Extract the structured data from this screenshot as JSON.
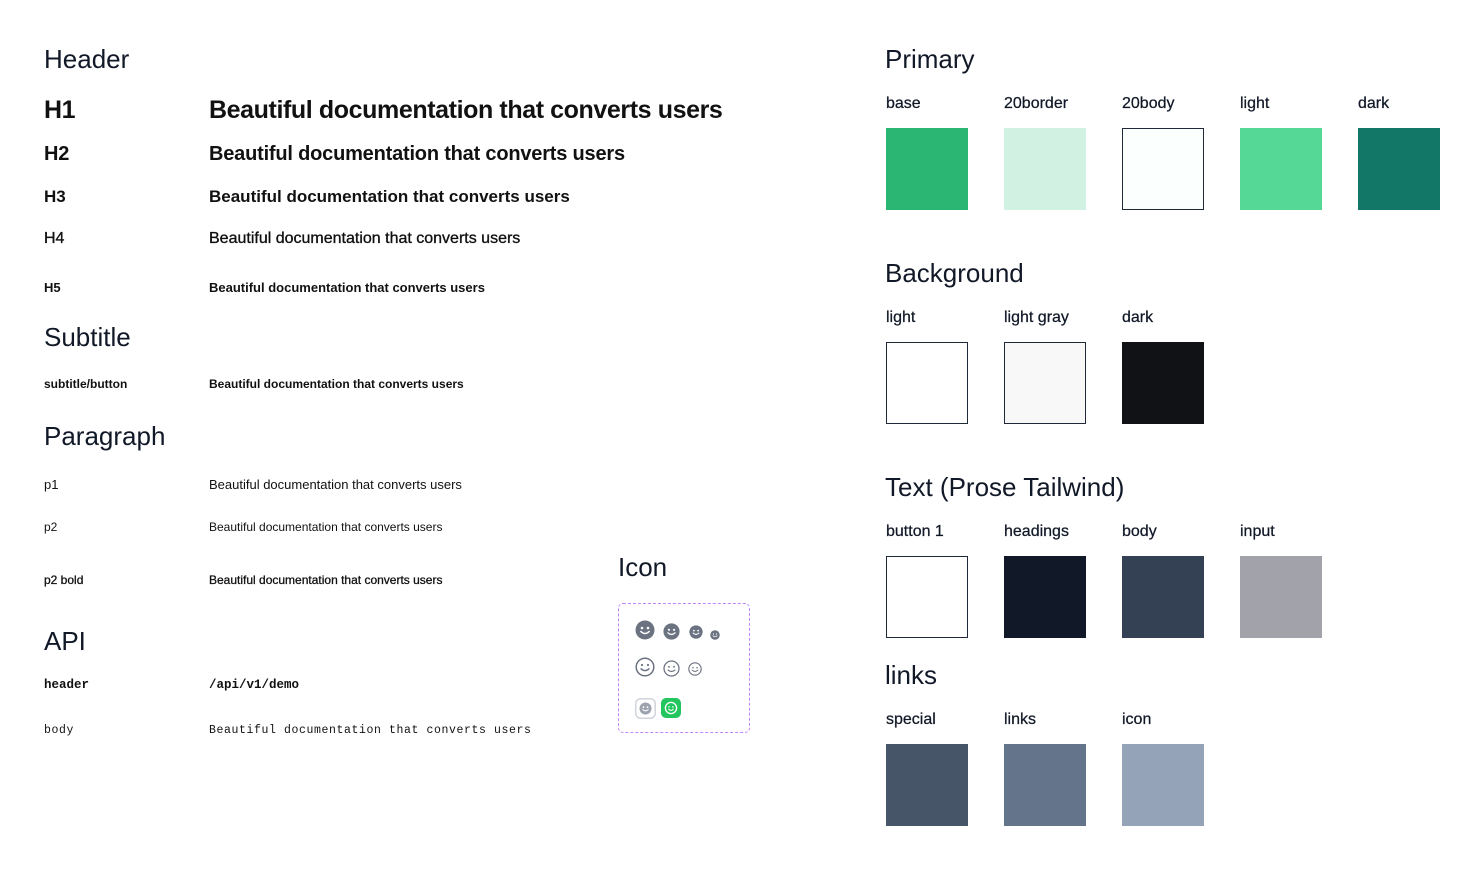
{
  "typography": {
    "header": {
      "title": "Header",
      "rows": [
        {
          "label": "H1",
          "text": "Beautiful documentation that converts users"
        },
        {
          "label": "H2",
          "text": "Beautiful documentation that converts users"
        },
        {
          "label": "H3",
          "text": "Beautiful documentation that converts users"
        },
        {
          "label": "H4",
          "text": "Beautiful documentation that converts users"
        },
        {
          "label": "H5",
          "text": "Beautiful documentation that converts users"
        }
      ]
    },
    "subtitle": {
      "title": "Subtitle",
      "rows": [
        {
          "label": "subtitle/button",
          "text": "Beautiful documentation that converts users"
        }
      ]
    },
    "paragraph": {
      "title": "Paragraph",
      "rows": [
        {
          "label": "p1",
          "text": "Beautiful documentation that converts users"
        },
        {
          "label": "p2",
          "text": "Beautiful documentation that converts users"
        },
        {
          "label": "p2 bold",
          "text": "Beautiful documentation that converts users"
        }
      ]
    },
    "api": {
      "title": "API",
      "rows": [
        {
          "label": "header",
          "text": "/api/v1/demo"
        },
        {
          "label": "body",
          "text": "Beautiful documentation that converts users"
        }
      ]
    }
  },
  "icon_section": {
    "title": "Icon",
    "icons": [
      "smile-filled-icon",
      "smile-outline-icon",
      "smile-badge-gray-icon",
      "smile-badge-green-icon"
    ],
    "colors": {
      "icon_gray": "#6b7280",
      "badge_green": "#22c55e",
      "dashed_border": "#c084fc"
    }
  },
  "colors": {
    "primary": {
      "title": "Primary",
      "swatches": [
        {
          "label": "base",
          "color": "#2bb673"
        },
        {
          "label": "20border",
          "color": "#d1f1e3"
        },
        {
          "label": "20body",
          "color": "#fbfffd"
        },
        {
          "label": "light",
          "color": "#55d896"
        },
        {
          "label": "dark",
          "color": "#127766"
        }
      ]
    },
    "background": {
      "title": "Background",
      "swatches": [
        {
          "label": "light",
          "color": "#ffffff"
        },
        {
          "label": "light gray",
          "color": "#f8f8f8"
        },
        {
          "label": "dark",
          "color": "#111216"
        }
      ]
    },
    "text": {
      "title": "Text (Prose Tailwind)",
      "swatches": [
        {
          "label": "button 1",
          "color": "#ffffff"
        },
        {
          "label": "headings",
          "color": "#111827"
        },
        {
          "label": "body",
          "color": "#344054"
        },
        {
          "label": "input",
          "color": "#a2a2aa"
        }
      ]
    },
    "links": {
      "title": "links",
      "swatches": [
        {
          "label": "special",
          "color": "#475569"
        },
        {
          "label": "links",
          "color": "#64748b"
        },
        {
          "label": "icon",
          "color": "#94a3b8"
        }
      ]
    }
  }
}
